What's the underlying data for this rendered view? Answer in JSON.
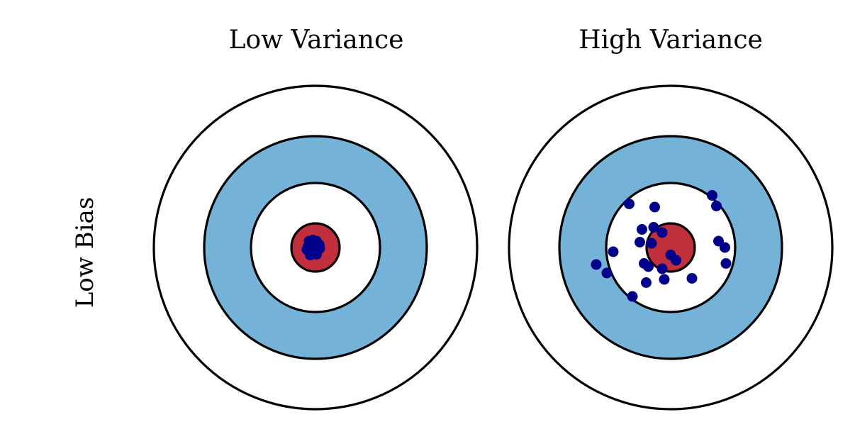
{
  "columns": [
    {
      "label": "Low Variance"
    },
    {
      "label": "High Variance"
    }
  ],
  "rows": [
    {
      "label": "Low Bias"
    }
  ],
  "colors": {
    "ring_outer": "#ffffff",
    "ring_middle": "#74b2d8",
    "ring_inner": "#ffffff",
    "bullseye": "#c22f3c",
    "points": "#00008b",
    "stroke": "#000000"
  },
  "targets": [
    {
      "name": "low-bias-low-variance",
      "points": [
        [
          -0.3,
          -0.3
        ],
        [
          -0.12,
          -0.35
        ],
        [
          0.05,
          -0.3
        ],
        [
          0.18,
          -0.12
        ],
        [
          -0.35,
          -0.05
        ],
        [
          -0.2,
          0.05
        ],
        [
          0.02,
          0.05
        ],
        [
          0.2,
          0.05
        ],
        [
          -0.28,
          0.18
        ],
        [
          -0.1,
          0.2
        ],
        [
          0.05,
          0.32
        ],
        [
          -0.4,
          0.1
        ],
        [
          -0.05,
          -0.15
        ],
        [
          0.12,
          -0.02
        ],
        [
          -0.25,
          0.35
        ]
      ]
    },
    {
      "name": "low-bias-high-variance",
      "points": [
        [
          -1.95,
          -2.05
        ],
        [
          -0.75,
          -1.9
        ],
        [
          1.95,
          -2.45
        ],
        [
          2.15,
          -1.95
        ],
        [
          -1.35,
          -0.85
        ],
        [
          -0.8,
          -0.95
        ],
        [
          -0.4,
          -0.7
        ],
        [
          -1.45,
          -0.25
        ],
        [
          -0.9,
          -0.2
        ],
        [
          2.25,
          -0.3
        ],
        [
          2.55,
          0.0
        ],
        [
          -2.7,
          0.2
        ],
        [
          -1.25,
          0.75
        ],
        [
          0.0,
          0.35
        ],
        [
          0.25,
          0.6
        ],
        [
          -1.05,
          0.9
        ],
        [
          -3.5,
          0.8
        ],
        [
          -3.0,
          1.2
        ],
        [
          -0.4,
          1.0
        ],
        [
          -0.3,
          1.5
        ],
        [
          1.0,
          1.45
        ],
        [
          -1.15,
          1.65
        ],
        [
          -1.8,
          2.3
        ],
        [
          2.6,
          0.75
        ]
      ]
    }
  ]
}
